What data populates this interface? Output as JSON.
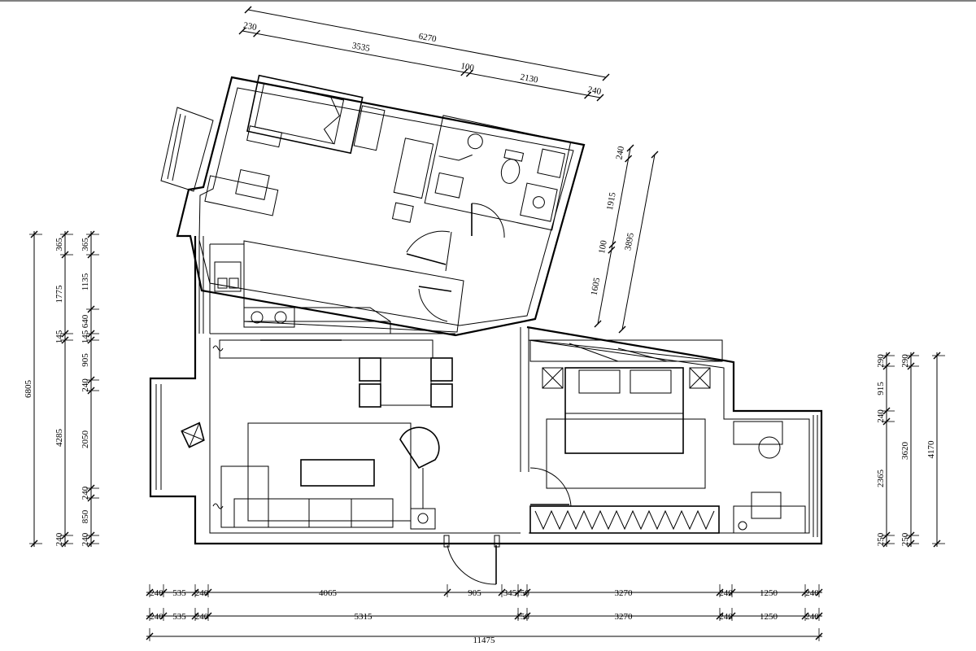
{
  "plan": {
    "bottom_row1": [
      "240",
      "535",
      "240",
      "4065",
      "905",
      "345",
      "156",
      "3270",
      "240",
      "1250",
      "240"
    ],
    "bottom_row2": [
      "240",
      "535",
      "240",
      "5315",
      "156",
      "3270",
      "240",
      "1250",
      "240"
    ],
    "bottom_total": "11475",
    "left_outer_total": "6805",
    "left_mid": [
      "365",
      "1775",
      "145",
      "4285",
      "240"
    ],
    "left_inner": [
      "365",
      "1135",
      "640",
      "145",
      "905",
      "240",
      "2050",
      "240",
      "850",
      "240"
    ],
    "right_mid": [
      "290",
      "915",
      "240",
      "2365",
      "250"
    ],
    "right_mid2": [
      "290",
      "3620",
      "250"
    ],
    "right_total": "4170",
    "top_total": "6270",
    "top_row": [
      "230",
      "3535",
      "100",
      "2130",
      "240"
    ],
    "upper_right_total": "3895",
    "upper_right_parts": [
      "240",
      "1915",
      "100",
      "1605"
    ]
  }
}
